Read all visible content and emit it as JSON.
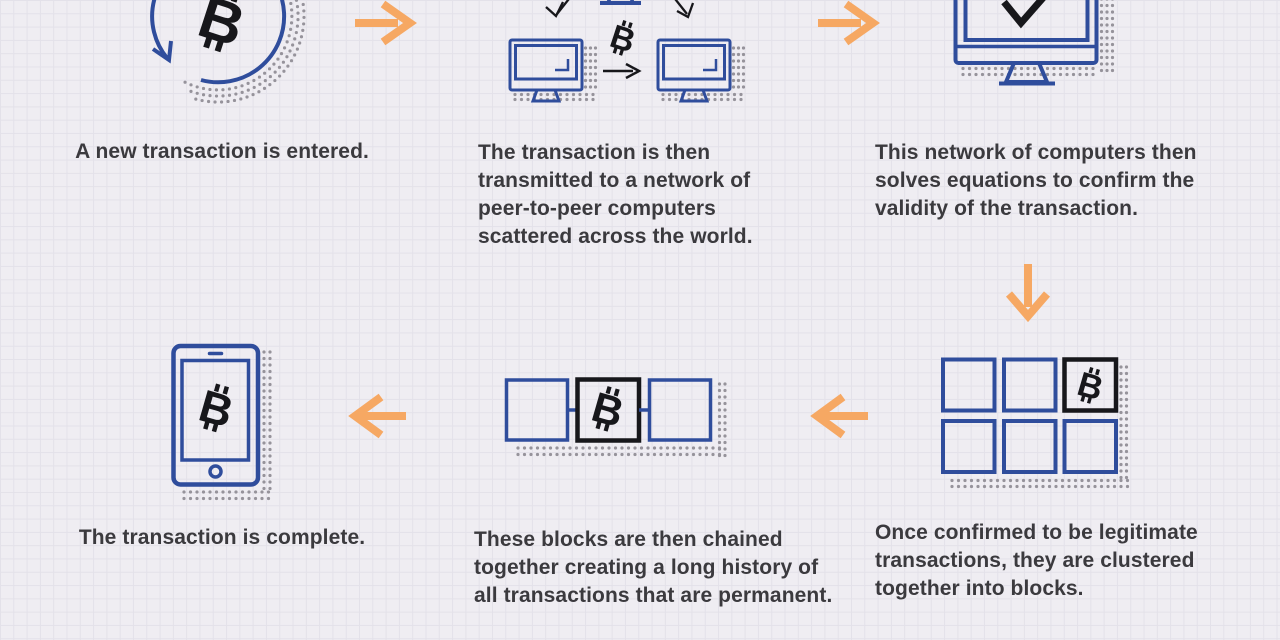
{
  "bitcoin": {
    "letter": "B",
    "unicode_symbol": "₿"
  },
  "steps": [
    {
      "order": 1,
      "icon": "bitcoin-cycle-icon",
      "caption": "A new transaction is entered."
    },
    {
      "order": 2,
      "icon": "peer-to-peer-network-icon",
      "caption": "The transaction is then transmitted to a network of peer-to-peer computers scattered across the world."
    },
    {
      "order": 3,
      "icon": "monitor-checkmark-icon",
      "caption": "This network of computers then solves equations to confirm the validity of the transaction."
    },
    {
      "order": 4,
      "icon": "block-grid-icon",
      "caption": "Once confirmed to be legitimate transactions, they are clustered together into blocks."
    },
    {
      "order": 5,
      "icon": "blockchain-icon",
      "caption": "These blocks are then chained together creating a long history of all transactions that are permanent."
    },
    {
      "order": 6,
      "icon": "smartphone-bitcoin-icon",
      "caption": "The transaction is complete."
    }
  ],
  "flow_arrows": [
    {
      "from": 1,
      "to": 2,
      "direction": "right"
    },
    {
      "from": 2,
      "to": 3,
      "direction": "right"
    },
    {
      "from": 3,
      "to": 4,
      "direction": "down"
    },
    {
      "from": 4,
      "to": 5,
      "direction": "left"
    },
    {
      "from": 5,
      "to": 6,
      "direction": "left"
    }
  ],
  "colors": {
    "accent_orange": "#F6A863",
    "line_blue": "#2F4D9C",
    "ink_black": "#17171B",
    "text": "#3B3A3E",
    "shadow_dots": "#96939B",
    "background": "#EFEDF2",
    "grid_line": "#E3E1E9"
  }
}
